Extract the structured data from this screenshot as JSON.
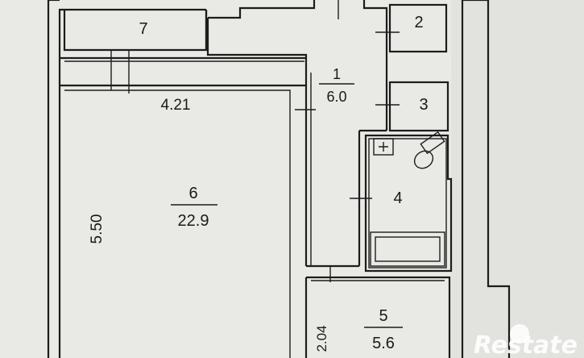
{
  "rooms": [
    {
      "id": "room-1",
      "number": "1",
      "area": "6.0"
    },
    {
      "id": "room-2",
      "number": "2",
      "area": ""
    },
    {
      "id": "room-3",
      "number": "3",
      "area": ""
    },
    {
      "id": "room-4",
      "number": "4",
      "area": ""
    },
    {
      "id": "room-5",
      "number": "5",
      "area": "5.6"
    },
    {
      "id": "room-6",
      "number": "6",
      "area": "22.9"
    },
    {
      "id": "room-7",
      "number": "7",
      "area": ""
    }
  ],
  "dimensions": {
    "room6_width": "4.21",
    "room6_length": "5.50",
    "room5_length": "2.04"
  },
  "watermark": "Restate",
  "colors": {
    "paper": "#e9e9e6",
    "ink": "#1c1c1c",
    "watermark": "#ffffff"
  }
}
